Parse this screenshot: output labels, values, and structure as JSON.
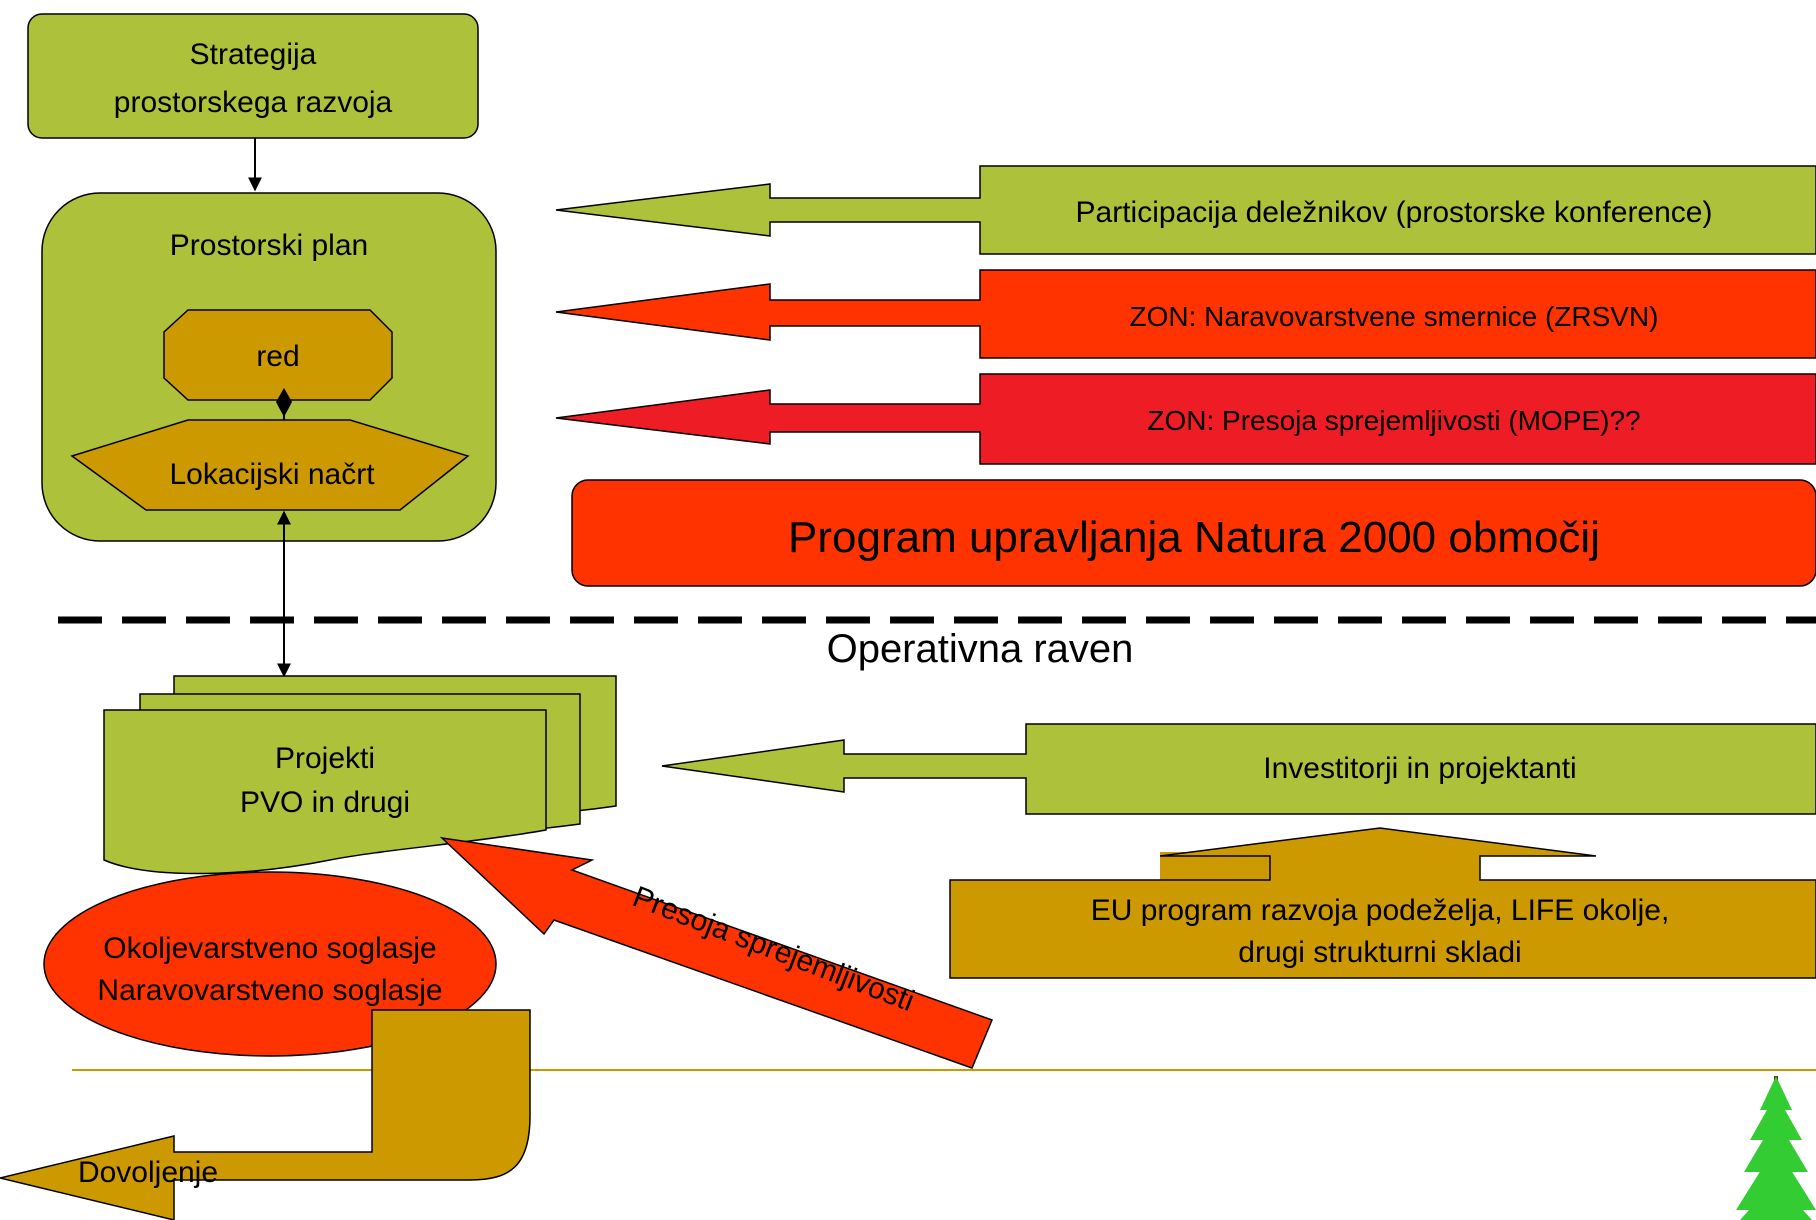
{
  "colors": {
    "olive": "#adc13b",
    "gold": "#cc9900",
    "orange_red": "#ff3300",
    "crimson": "#ee1c25",
    "tree_green": "#33cc33",
    "line_gold": "#cc9900"
  },
  "strategy_box": {
    "line1": "Strategija",
    "line2": "prostorskega razvoja"
  },
  "spatial_plan": {
    "title": "Prostorski plan",
    "order_label": "red",
    "location_plan_label": "Lokacijski načrt"
  },
  "participation_arrow": {
    "label": "Participacija deležnikov (prostorske konference)"
  },
  "zon_guidelines_arrow": {
    "label": "ZON: Naravovarstvene smernice (ZRSVN)"
  },
  "zon_assessment_arrow": {
    "label": "ZON: Presoja sprejemljivosti (MOPE)??"
  },
  "natura_program": {
    "label": "Program upravljanja Natura 2000 območij"
  },
  "operative_level": {
    "label": "Operativna raven"
  },
  "projects": {
    "line1": "Projekti",
    "line2": "PVO in drugi"
  },
  "investors_arrow": {
    "label": "Investitorji in projektanti"
  },
  "eu_funds": {
    "line1": "EU program razvoja podeželja, LIFE okolje,",
    "line2": "drugi strukturni skladi"
  },
  "consents_ellipse": {
    "line1": "Okoljevarstveno soglasje",
    "line2": "Naravovarstveno soglasje"
  },
  "assessment_arrow": {
    "label": "Presoja sprejemljivosti"
  },
  "permit_arrow": {
    "label": "Dovoljenje"
  },
  "logo": {
    "icon": "pine-tree-icon"
  }
}
